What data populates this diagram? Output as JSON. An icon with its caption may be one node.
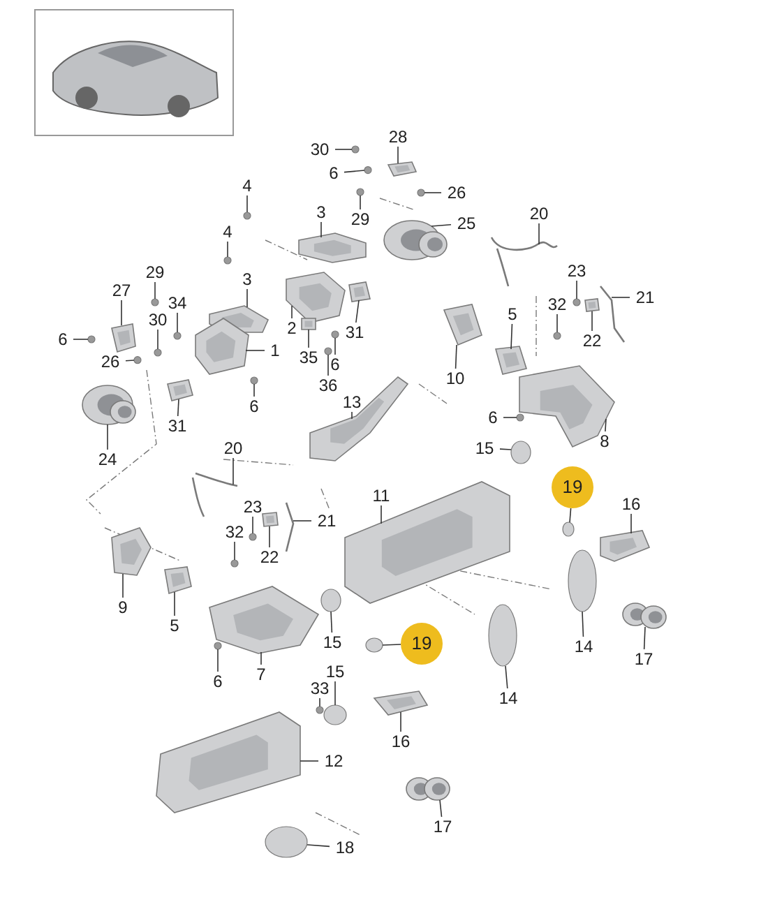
{
  "diagram": {
    "nodes": [
      {
        "text": [
          "30"
        ]
      },
      {
        "text": [
          "28"
        ]
      },
      {
        "text": [
          "6"
        ]
      },
      {
        "text": [
          "26"
        ]
      },
      {
        "text": [
          "29"
        ]
      },
      {
        "text": [
          "4"
        ]
      },
      {
        "text": [
          "3"
        ]
      },
      {
        "text": [
          "25"
        ]
      },
      {
        "text": [
          "20"
        ]
      },
      {
        "text": [
          "4"
        ]
      },
      {
        "text": [
          "3"
        ]
      },
      {
        "text": [
          "29"
        ]
      },
      {
        "text": [
          "27"
        ]
      },
      {
        "text": [
          "34"
        ]
      },
      {
        "text": [
          "30"
        ]
      },
      {
        "text": [
          "23"
        ]
      },
      {
        "text": [
          "32"
        ]
      },
      {
        "text": [
          "21"
        ]
      },
      {
        "text": [
          "5"
        ]
      },
      {
        "text": [
          "2"
        ]
      },
      {
        "text": [
          "31"
        ]
      },
      {
        "text": [
          "22"
        ]
      },
      {
        "text": [
          "6"
        ]
      },
      {
        "text": [
          "1"
        ]
      },
      {
        "text": [
          "26"
        ]
      },
      {
        "text": [
          "35"
        ]
      },
      {
        "text": [
          "6"
        ]
      },
      {
        "text": [
          "36"
        ]
      },
      {
        "text": [
          "10"
        ]
      },
      {
        "text": [
          "13"
        ]
      },
      {
        "text": [
          "6"
        ]
      },
      {
        "text": [
          "6"
        ]
      },
      {
        "text": [
          "31"
        ]
      },
      {
        "text": [
          "24"
        ]
      },
      {
        "text": [
          "8"
        ]
      },
      {
        "text": [
          "15"
        ]
      },
      {
        "text": [
          "20"
        ]
      },
      {
        "text": [
          "11"
        ]
      },
      {
        "text": [
          "19"
        ]
      },
      {
        "text": [
          "16"
        ]
      },
      {
        "text": [
          "23"
        ]
      },
      {
        "text": [
          "21"
        ]
      },
      {
        "text": [
          "32"
        ]
      },
      {
        "text": [
          "22"
        ]
      },
      {
        "text": [
          "9"
        ]
      },
      {
        "text": [
          "5"
        ]
      },
      {
        "text": [
          "15"
        ]
      },
      {
        "text": [
          "19"
        ]
      },
      {
        "text": [
          "14"
        ]
      },
      {
        "text": [
          "17"
        ]
      },
      {
        "text": [
          "6"
        ]
      },
      {
        "text": [
          "7"
        ]
      },
      {
        "text": [
          "15"
        ]
      },
      {
        "text": [
          "33"
        ]
      },
      {
        "text": [
          "14"
        ]
      },
      {
        "text": [
          "16"
        ]
      },
      {
        "text": [
          "12"
        ]
      },
      {
        "text": [
          "17"
        ]
      },
      {
        "text": [
          "18"
        ]
      },
      {
        "text": [],
        "shape": "circle"
      },
      {
        "text": [],
        "shape": "picture"
      },
      {
        "text": [],
        "shape": "circle"
      },
      {
        "text": [],
        "shape": "circle"
      },
      {
        "text": [],
        "shape": "circle"
      },
      {
        "text": [],
        "shape": "circle"
      },
      {
        "text": [],
        "shape": "picture"
      },
      {
        "text": [],
        "shape": "picture"
      },
      {
        "text": [],
        "shape": "picture"
      },
      {
        "text": [],
        "shape": "circle"
      },
      {
        "text": [],
        "shape": "picture"
      },
      {
        "text": [],
        "shape": "circle"
      },
      {
        "text": [],
        "shape": "picture"
      },
      {
        "text": [],
        "shape": "circle"
      },
      {
        "text": [],
        "shape": "circle"
      },
      {
        "text": [],
        "shape": "circle"
      },
      {
        "text": [],
        "shape": "circle"
      },
      {
        "text": [],
        "shape": "picture"
      },
      {
        "text": [],
        "shape": "picture"
      },
      {
        "text": [],
        "shape": "picture"
      },
      {
        "text": [],
        "shape": "picture"
      },
      {
        "text": [],
        "shape": "picture"
      },
      {
        "text": [],
        "shape": "circle"
      },
      {
        "text": [],
        "shape": "picture"
      },
      {
        "text": [],
        "shape": "circle"
      },
      {
        "text": [],
        "shape": "picture"
      },
      {
        "text": [],
        "shape": "circle"
      },
      {
        "text": [],
        "shape": "circle"
      },
      {
        "text": [],
        "shape": "picture"
      },
      {
        "text": [],
        "shape": "picture"
      },
      {
        "text": [],
        "shape": "circle"
      },
      {
        "text": [],
        "shape": "circle"
      },
      {
        "text": [],
        "shape": "picture"
      },
      {
        "text": [],
        "shape": "picture"
      },
      {
        "text": [],
        "shape": "picture"
      },
      {
        "text": [],
        "shape": "circle"
      },
      {
        "text": [],
        "shape": "picture"
      },
      {
        "text": [],
        "shape": "picture"
      },
      {
        "text": [],
        "shape": "circle"
      },
      {
        "text": [],
        "shape": "picture"
      },
      {
        "text": [],
        "shape": "circle"
      },
      {
        "text": [],
        "shape": "picture"
      },
      {
        "text": [],
        "shape": "circle"
      },
      {
        "text": [],
        "shape": "picture"
      },
      {
        "text": [],
        "shape": "picture"
      },
      {
        "text": [],
        "shape": "picture"
      },
      {
        "text": [],
        "shape": "circle"
      },
      {
        "text": [],
        "shape": "circle"
      },
      {
        "text": [],
        "shape": "circle"
      },
      {
        "text": [],
        "shape": "picture"
      },
      {
        "text": [],
        "shape": "circle"
      },
      {
        "text": [],
        "shape": "picture"
      },
      {
        "text": [],
        "shape": "circle"
      },
      {
        "text": [],
        "shape": "circle"
      },
      {
        "text": [],
        "shape": "circle"
      },
      {
        "text": [],
        "shape": "picture"
      },
      {
        "text": [],
        "shape": "picture"
      },
      {
        "text": [],
        "shape": "picture"
      },
      {
        "text": [],
        "shape": "circle"
      }
    ],
    "edges": [
      {
        "from": 0,
        "to": 59,
        "arrow": "none"
      },
      {
        "from": 1,
        "to": 60,
        "arrow": "none"
      },
      {
        "from": 2,
        "to": 61,
        "arrow": "none"
      },
      {
        "from": 3,
        "to": 62,
        "arrow": "none"
      },
      {
        "from": 4,
        "to": 63,
        "arrow": "none"
      },
      {
        "from": 5,
        "to": 64,
        "arrow": "none"
      },
      {
        "from": 6,
        "to": 65,
        "arrow": "none"
      },
      {
        "from": 7,
        "to": 66,
        "arrow": "none"
      },
      {
        "from": 8,
        "to": 67,
        "arrow": "none"
      },
      {
        "from": 9,
        "to": 68,
        "arrow": "none"
      },
      {
        "from": 10,
        "to": 69,
        "arrow": "none"
      },
      {
        "from": 11,
        "to": 70,
        "arrow": "none"
      },
      {
        "from": 12,
        "to": 71,
        "arrow": "none"
      },
      {
        "from": 13,
        "to": 72,
        "arrow": "none"
      },
      {
        "from": 14,
        "to": 73,
        "arrow": "none"
      },
      {
        "from": 15,
        "to": 74,
        "arrow": "none"
      },
      {
        "from": 16,
        "to": 75,
        "arrow": "none"
      },
      {
        "from": 17,
        "to": 76,
        "arrow": "none"
      },
      {
        "from": 18,
        "to": 77,
        "arrow": "none"
      },
      {
        "from": 19,
        "to": 78,
        "arrow": "none"
      },
      {
        "from": 20,
        "to": 79,
        "arrow": "none"
      },
      {
        "from": 21,
        "to": 80,
        "arrow": "none"
      },
      {
        "from": 22,
        "to": 81,
        "arrow": "none"
      },
      {
        "from": 23,
        "to": 82,
        "arrow": "none"
      },
      {
        "from": 24,
        "to": 83,
        "arrow": "none"
      },
      {
        "from": 25,
        "to": 84,
        "arrow": "none"
      },
      {
        "from": 26,
        "to": 85,
        "arrow": "none"
      },
      {
        "from": 27,
        "to": 86,
        "arrow": "none"
      },
      {
        "from": 28,
        "to": 87,
        "arrow": "none"
      },
      {
        "from": 29,
        "to": 88,
        "arrow": "none"
      },
      {
        "from": 30,
        "to": 89,
        "arrow": "none"
      },
      {
        "from": 31,
        "to": 90,
        "arrow": "none"
      },
      {
        "from": 32,
        "to": 91,
        "arrow": "none"
      },
      {
        "from": 33,
        "to": 92,
        "arrow": "none"
      },
      {
        "from": 34,
        "to": 93,
        "arrow": "none"
      },
      {
        "from": 35,
        "to": 94,
        "arrow": "none"
      },
      {
        "from": 36,
        "to": 95,
        "arrow": "none"
      },
      {
        "from": 37,
        "to": 96,
        "arrow": "none"
      },
      {
        "from": 38,
        "to": 97,
        "arrow": "none"
      },
      {
        "from": 39,
        "to": 98,
        "arrow": "none"
      },
      {
        "from": 40,
        "to": 99,
        "arrow": "none"
      },
      {
        "from": 41,
        "to": 100,
        "arrow": "none"
      },
      {
        "from": 42,
        "to": 101,
        "arrow": "none"
      },
      {
        "from": 43,
        "to": 102,
        "arrow": "none"
      },
      {
        "from": 44,
        "to": 103,
        "arrow": "none"
      },
      {
        "from": 45,
        "to": 104,
        "arrow": "none"
      },
      {
        "from": 46,
        "to": 105,
        "arrow": "none"
      },
      {
        "from": 47,
        "to": 106,
        "arrow": "none"
      },
      {
        "from": 48,
        "to": 107,
        "arrow": "none"
      },
      {
        "from": 49,
        "to": 108,
        "arrow": "none"
      },
      {
        "from": 50,
        "to": 109,
        "arrow": "none"
      },
      {
        "from": 51,
        "to": 110,
        "arrow": "none"
      },
      {
        "from": 52,
        "to": 111,
        "arrow": "none"
      },
      {
        "from": 53,
        "to": 112,
        "arrow": "none"
      },
      {
        "from": 54,
        "to": 113,
        "arrow": "none"
      },
      {
        "from": 55,
        "to": 114,
        "arrow": "none"
      },
      {
        "from": 56,
        "to": 115,
        "arrow": "none"
      },
      {
        "from": 57,
        "to": 116,
        "arrow": "none"
      },
      {
        "from": 58,
        "to": 117,
        "arrow": "none"
      }
    ]
  }
}
